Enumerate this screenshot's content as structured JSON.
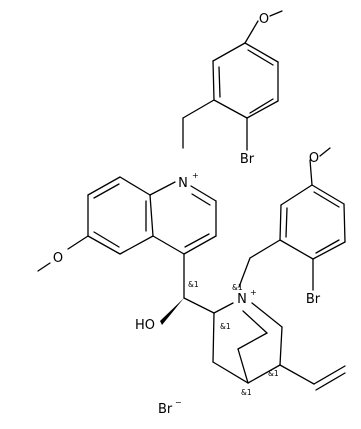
{
  "molecule": {
    "atom_labels": {
      "methoxy_o_top": "O",
      "quinolinium_n": "N",
      "quinolinium_charge": "+",
      "br_upper": "Br",
      "methoxy_o_quinoline": "O",
      "methoxy_o_right": "O",
      "hydroxyl": "HO",
      "quinuclidinium_n": "N",
      "quinuclidinium_charge": "+",
      "br_right": "Br",
      "counterion": "Br",
      "counterion_charge": "−"
    },
    "stereo_labels": {
      "carbinol": "&1",
      "n_center": "&1",
      "c2": "&1",
      "c4": "&1",
      "c3": "&1"
    }
  }
}
